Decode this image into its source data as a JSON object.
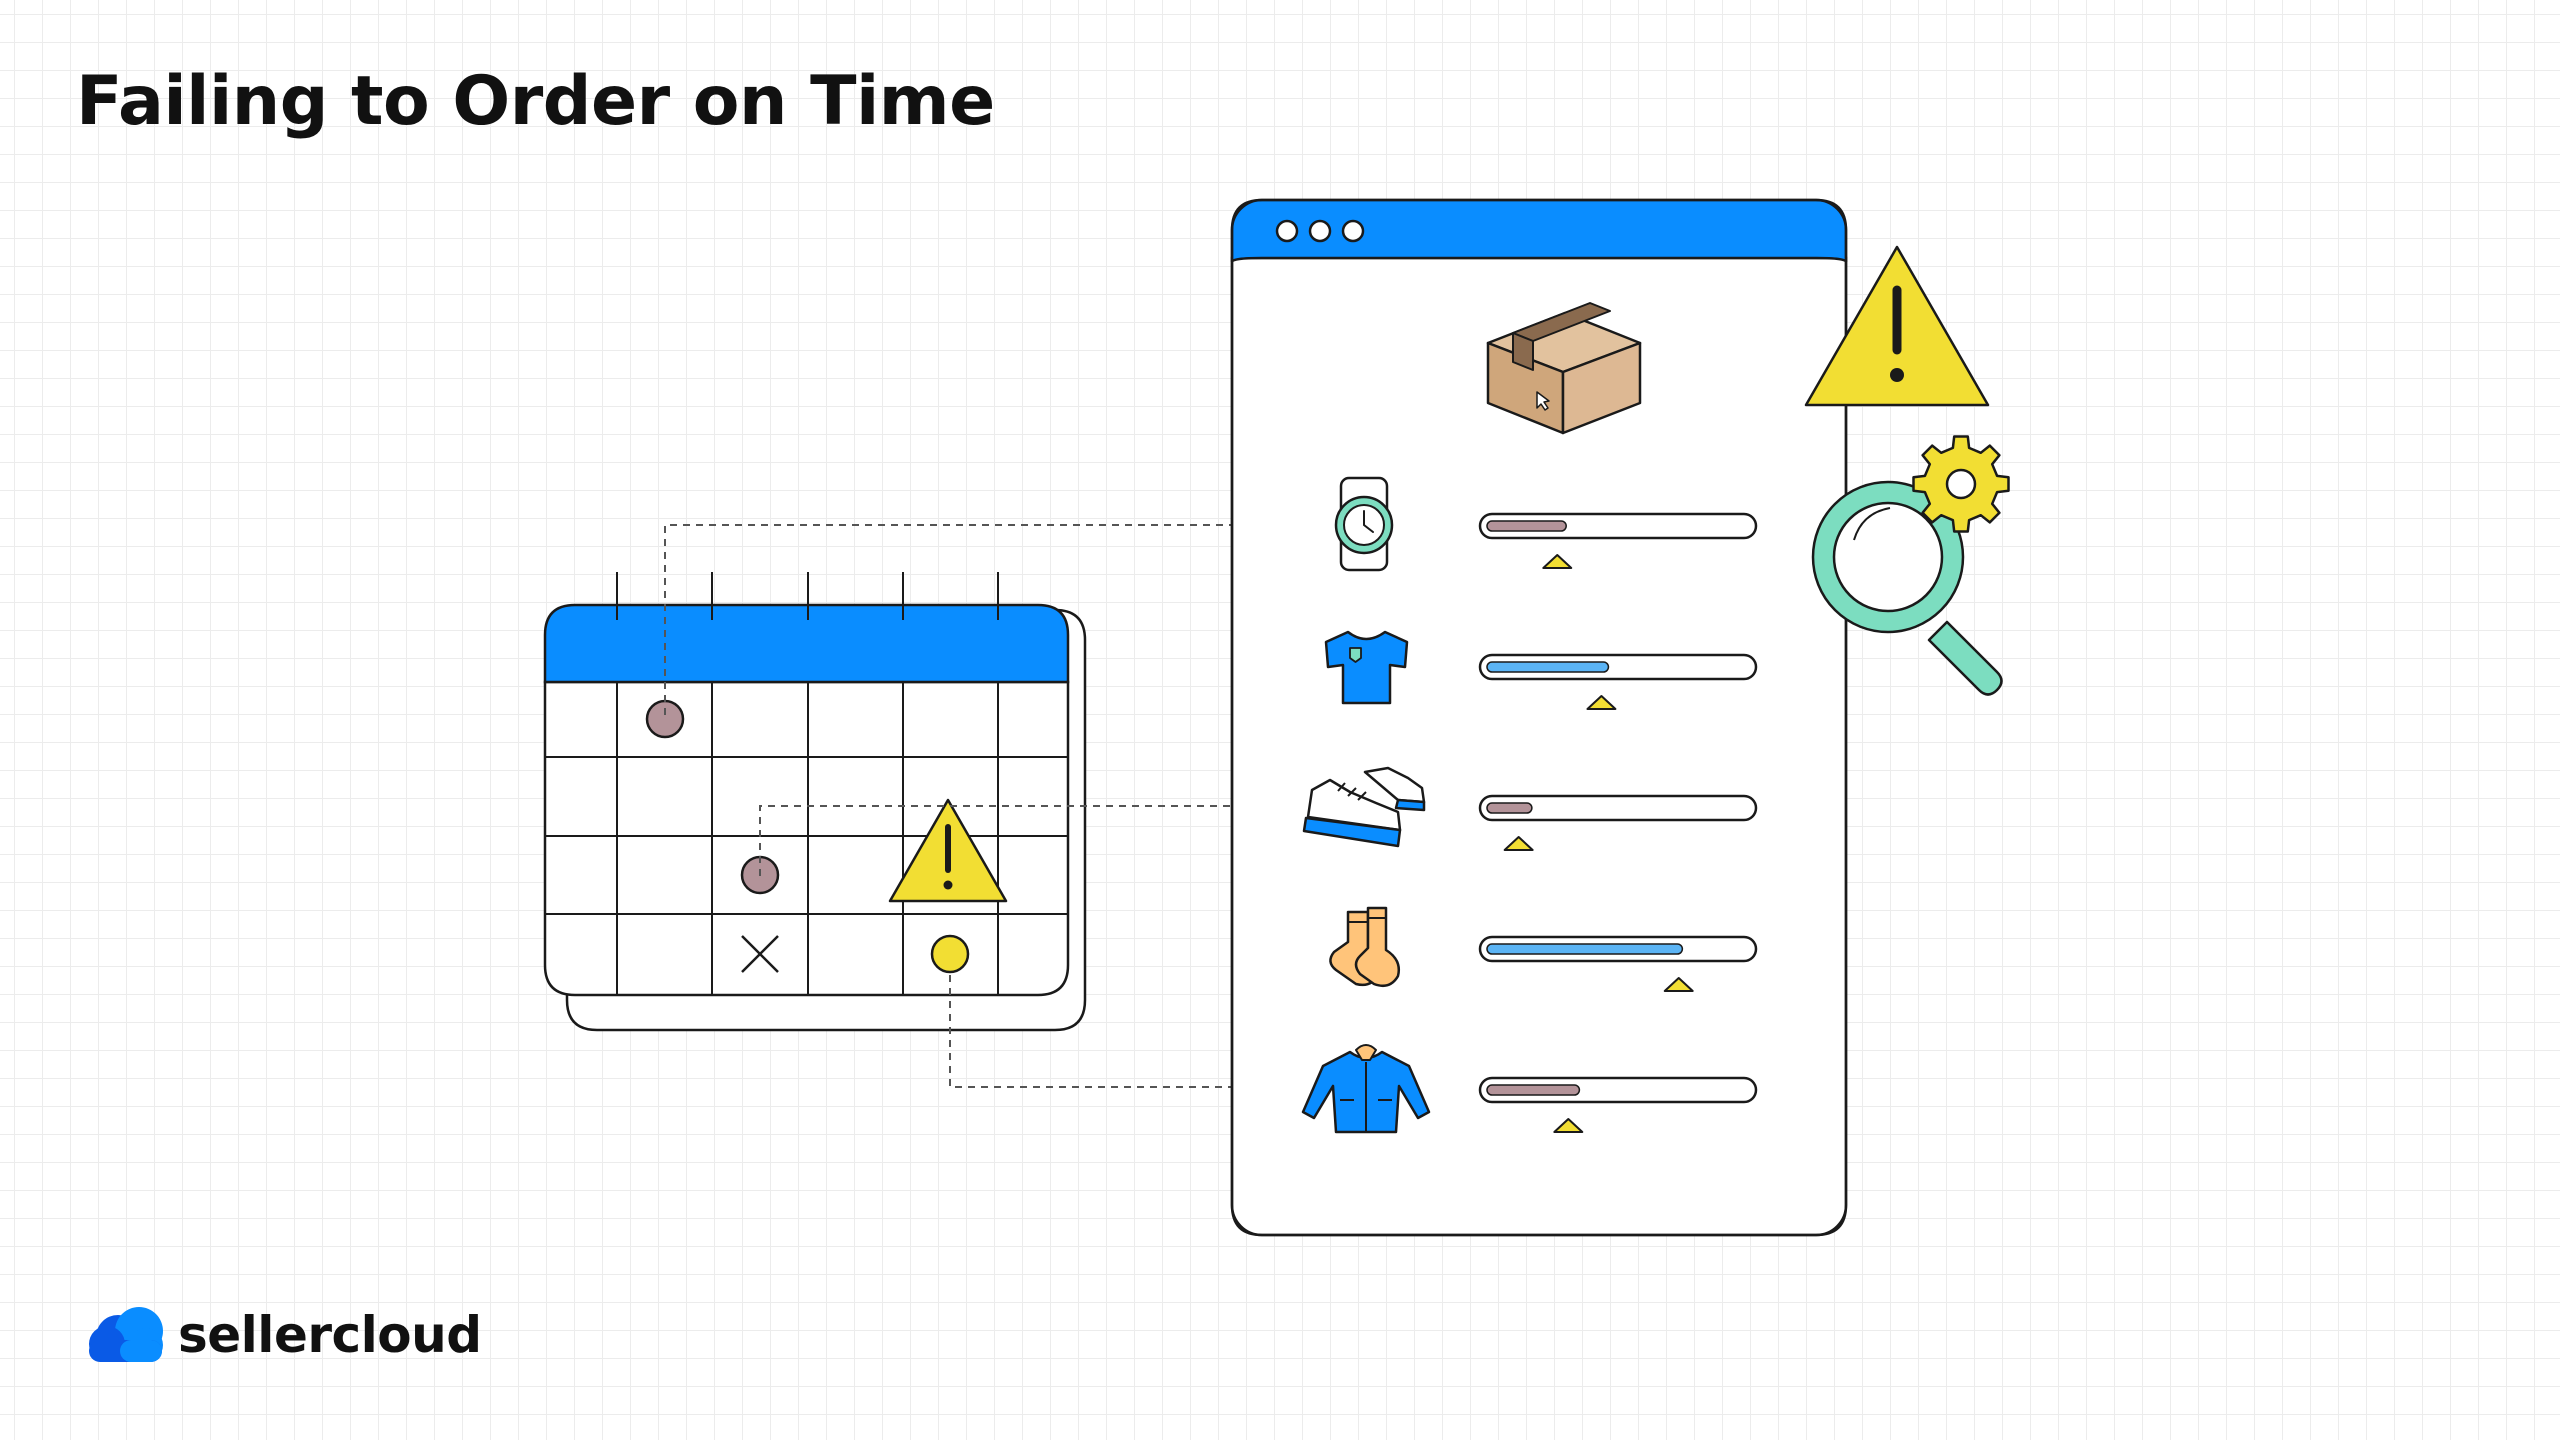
{
  "header": {
    "title": "Failing to Order on Time"
  },
  "brand": {
    "name": "sellercloud",
    "icon": "cloud-icon"
  },
  "colors": {
    "blue": "#0A8DFF",
    "dark_blue": "#0A5AE6",
    "yellow": "#F2DE33",
    "mauve": "#B39399",
    "light_blue_bar": "#5BB4F5",
    "teal": "#7CDDC0",
    "box_tan": "#D9B38C",
    "sock_orange": "#FFC47A",
    "outline": "#1A1A1A"
  },
  "calendar": {
    "markers": [
      {
        "row": 0,
        "col": 1,
        "kind": "mauve-dot"
      },
      {
        "row": 2,
        "col": 2,
        "kind": "mauve-dot"
      },
      {
        "row": 3,
        "col": 2,
        "kind": "x-mark"
      },
      {
        "row": 3,
        "col": 4,
        "kind": "yellow-dot"
      }
    ]
  },
  "window": {
    "header_icon": "package-box-icon",
    "items": [
      {
        "icon": "watch-icon",
        "progress": 0.3,
        "bar_color": "mauve",
        "indicator": 0.28
      },
      {
        "icon": "tshirt-icon",
        "progress": 0.46,
        "bar_color": "light-blue",
        "indicator": 0.44
      },
      {
        "icon": "sneakers-icon",
        "progress": 0.17,
        "bar_color": "mauve",
        "indicator": 0.14
      },
      {
        "icon": "socks-icon",
        "progress": 0.74,
        "bar_color": "light-blue",
        "indicator": 0.72
      },
      {
        "icon": "jacket-icon",
        "progress": 0.35,
        "bar_color": "mauve",
        "indicator": 0.32
      }
    ]
  },
  "decorations": [
    "warning-icon",
    "magnifier-icon",
    "gear-icon",
    "calendar-warning-icon"
  ]
}
